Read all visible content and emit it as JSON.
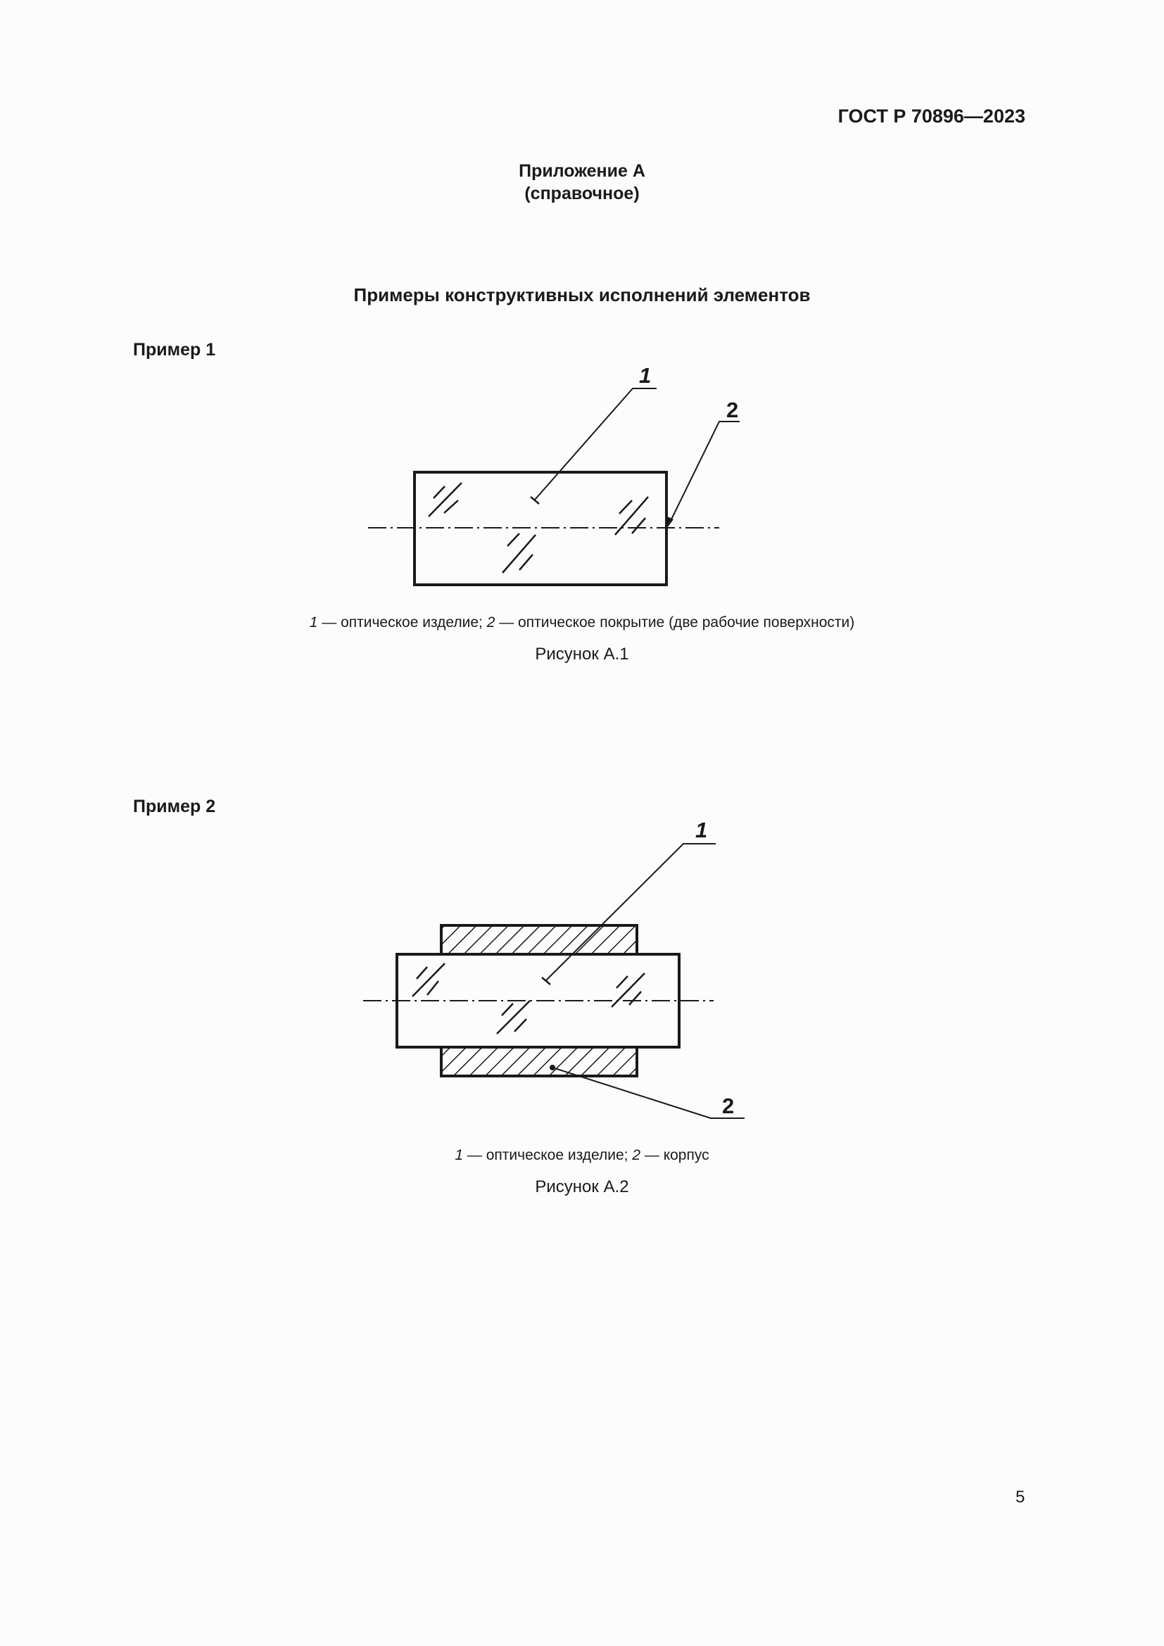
{
  "header": {
    "doc_code": "ГОСТ Р 70896—2023"
  },
  "appendix": {
    "title": "Приложение А",
    "type": "(справочное)"
  },
  "section": {
    "title": "Примеры конструктивных исполнений элементов"
  },
  "examples": [
    {
      "label": "Пример 1",
      "figure": {
        "callouts": [
          "1",
          "2"
        ],
        "legend": [
          {
            "num": "1",
            "text": " — оптическое изделие; "
          },
          {
            "num": "2",
            "text": " — оптическое покрытие (две рабочие поверхности)"
          }
        ],
        "caption": "Рисунок А.1"
      }
    },
    {
      "label": "Пример 2",
      "figure": {
        "callouts": [
          "1",
          "2"
        ],
        "legend": [
          {
            "num": "1",
            "text": " — оптическое изделие; "
          },
          {
            "num": "2",
            "text": " — корпус"
          }
        ],
        "caption": "Рисунок А.2"
      }
    }
  ],
  "page": {
    "number": "5"
  }
}
